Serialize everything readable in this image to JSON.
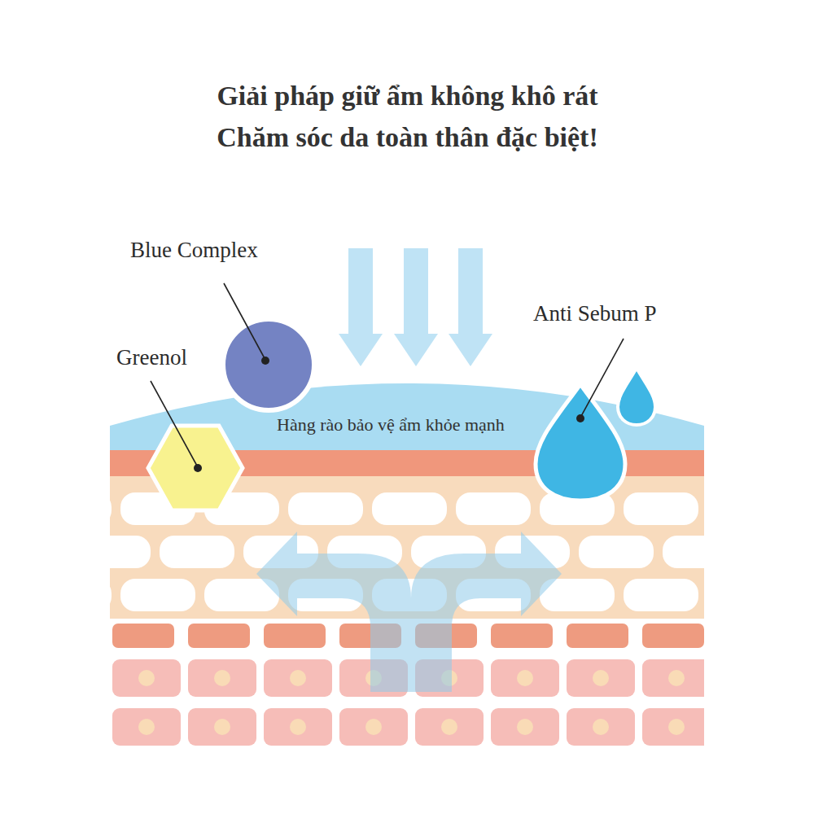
{
  "diagram": {
    "title": "Giải pháp giữ ẩm không khô rát Chăm sóc da toàn thân đặc biệt!",
    "nodes": [
      {
        "text": [
          "Hàng rào bảo vệ ẩm khỏe mạnh"
        ]
      }
    ],
    "labels": [
      "Blue Complex",
      "Greenol",
      "Anti Sebum P"
    ]
  }
}
